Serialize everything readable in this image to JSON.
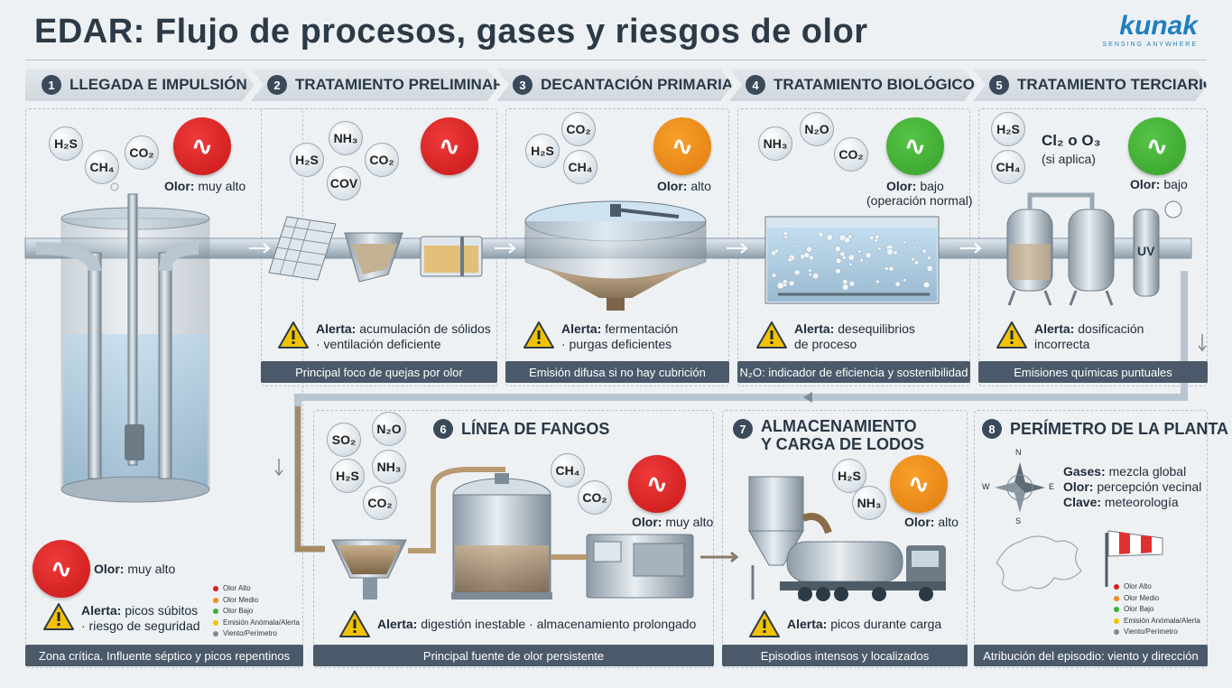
{
  "title": "EDAR: Flujo de procesos, gases y riesgos de olor",
  "logo": {
    "name": "kunak",
    "tagline": "SENSING ANYWHERE"
  },
  "colors": {
    "red": "#d42020",
    "orange": "#f08c1a",
    "green": "#3fae33",
    "bar": "#4a5a6a",
    "pipe": "#b8c6d2"
  },
  "steps": [
    {
      "num": "1",
      "label": "LLEGADA E IMPULSIÓN"
    },
    {
      "num": "2",
      "label": "TRATAMIENTO PRELIMINAR"
    },
    {
      "num": "3",
      "label": "DECANTACIÓN PRIMARIA"
    },
    {
      "num": "4",
      "label": "TRATAMIENTO BIOLÓGICO"
    },
    {
      "num": "5",
      "label": "TRATAMIENTO TERCIARIO"
    }
  ],
  "s1": {
    "gases": [
      "H₂S",
      "CH₄",
      "CO₂"
    ],
    "odor_label": "Olor:",
    "odor_value": "muy alto",
    "odor2_label": "Olor:",
    "odor2_value": "muy alto",
    "alert_label": "Alerta:",
    "alert_text": "picos súbitos",
    "alert_text2": "· riesgo de seguridad",
    "bar": "Zona crítica. Influente séptico y picos repentinos",
    "icon": "odor-waves-icon"
  },
  "s2": {
    "gases": [
      "NH₃",
      "H₂S",
      "CO₂",
      "COV"
    ],
    "alert_label": "Alerta:",
    "alert_text": "acumulación de sólidos",
    "alert_text2": "· ventilación deficiente",
    "bar": "Principal foco de quejas por olor"
  },
  "s3": {
    "gases": [
      "CO₂",
      "H₂S",
      "CH₄"
    ],
    "odor_label": "Olor:",
    "odor_value": "alto",
    "alert_label": "Alerta:",
    "alert_text": "fermentación",
    "alert_text2": "· purgas deficientes",
    "bar": "Emisión difusa si no hay cubrición"
  },
  "s4": {
    "gases": [
      "NH₃",
      "N₂O",
      "CO₂"
    ],
    "odor_label": "Olor:",
    "odor_value": "bajo",
    "odor_note": "(operación normal)",
    "alert_label": "Alerta:",
    "alert_text": "desequilibrios",
    "alert_text2": "de proceso",
    "bar": "N₂O: indicador de eficiencia y sostenibilidad"
  },
  "s5": {
    "gases": [
      "H₂S",
      "CH₄"
    ],
    "chem": "Cl₂ o O₃",
    "chem_note": "(si aplica)",
    "odor_label": "Olor:",
    "odor_value": "bajo",
    "uv": "UV",
    "alert_label": "Alerta:",
    "alert_text": "dosificación",
    "alert_text2": "incorrecta",
    "bar": "Emisiones químicas puntuales"
  },
  "s6": {
    "num": "6",
    "label": "LÍNEA DE FANGOS",
    "gases": [
      "SO₂",
      "N₂O",
      "H₂S",
      "NH₃",
      "CO₂",
      "CH₄",
      "CO₂"
    ],
    "odor_label": "Olor:",
    "odor_value": "muy alto",
    "alert_label": "Alerta:",
    "alert_text": "digestión inestable · almacenamiento prolongado",
    "bar": "Principal fuente de olor persistente"
  },
  "s7": {
    "num": "7",
    "label1": "ALMACENAMIENTO",
    "label2": "Y CARGA DE LODOS",
    "gases": [
      "H₂S",
      "NH₃"
    ],
    "odor_label": "Olor:",
    "odor_value": "alto",
    "alert_label": "Alerta:",
    "alert_text": "picos durante carga",
    "bar": "Episodios intensos y localizados"
  },
  "s8": {
    "num": "8",
    "label": "PERÍMETRO DE LA PLANTA",
    "gases_label": "Gases:",
    "gases_value": "mezcla global",
    "olor_label": "Olor:",
    "olor_value": "percepción vecinal",
    "clave_label": "Clave:",
    "clave_value": "meteorología",
    "compass": [
      "N",
      "S",
      "W",
      "E"
    ],
    "bar": "Atribución del episodio: viento y dirección"
  },
  "legend": [
    {
      "label": "Olor Alto",
      "color": "#d42020"
    },
    {
      "label": "Olor Medio",
      "color": "#f08c1a"
    },
    {
      "label": "Olor Bajo",
      "color": "#3fae33"
    },
    {
      "label": "Emisión Anómala/Alerta",
      "color": "#f2c200"
    },
    {
      "label": "Viento/Perímetro",
      "color": "#7a8a9a"
    }
  ]
}
